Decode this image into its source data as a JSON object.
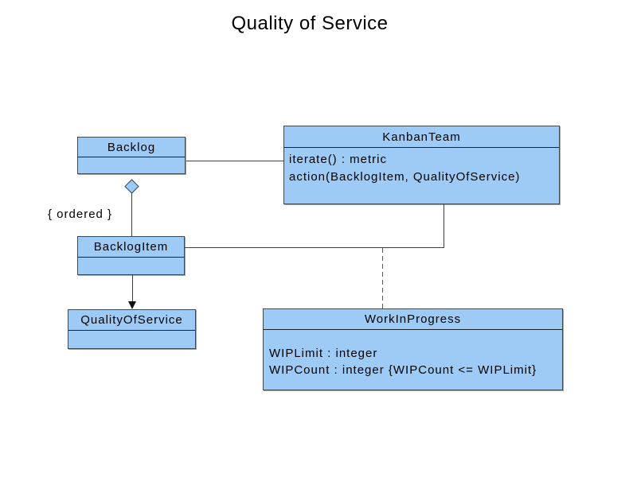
{
  "title": "Quality of Service",
  "classes": [
    {
      "name": "Backlog",
      "attributes": []
    },
    {
      "name": "KanbanTeam",
      "attributes": [
        "iterate() : metric",
        "action(BacklogItem, QualityOfService)"
      ]
    },
    {
      "name": "BacklogItem",
      "attributes": []
    },
    {
      "name": "QualityOfService",
      "attributes": []
    },
    {
      "name": "WorkInProgress",
      "attributes": [
        "WIPLimit : integer",
        "WIPCount : integer {WIPCount <= WIPLimit}"
      ]
    }
  ],
  "labels": {
    "ordered_constraint": "{ ordered }"
  },
  "relationships": [
    {
      "from": "Backlog",
      "to": "KanbanTeam",
      "type": "association",
      "style": "solid"
    },
    {
      "from": "Backlog",
      "to": "BacklogItem",
      "type": "aggregation",
      "diamond_end": "Backlog",
      "label": "{ ordered }",
      "style": "solid"
    },
    {
      "from": "BacklogItem",
      "to": "QualityOfService",
      "type": "directed-association",
      "arrow_end": "QualityOfService",
      "style": "solid"
    },
    {
      "from": "BacklogItem",
      "to": "KanbanTeam",
      "type": "association",
      "style": "solid"
    },
    {
      "from": "BacklogItem-KanbanTeam association",
      "to": "WorkInProgress",
      "type": "association-class-link",
      "style": "dashed"
    }
  ],
  "colors": {
    "class_fill": "#9ECBF5",
    "class_border": "#3C4A52",
    "connector": "#3F3F3F",
    "text": "#000000",
    "background": "#FFFFFF"
  }
}
